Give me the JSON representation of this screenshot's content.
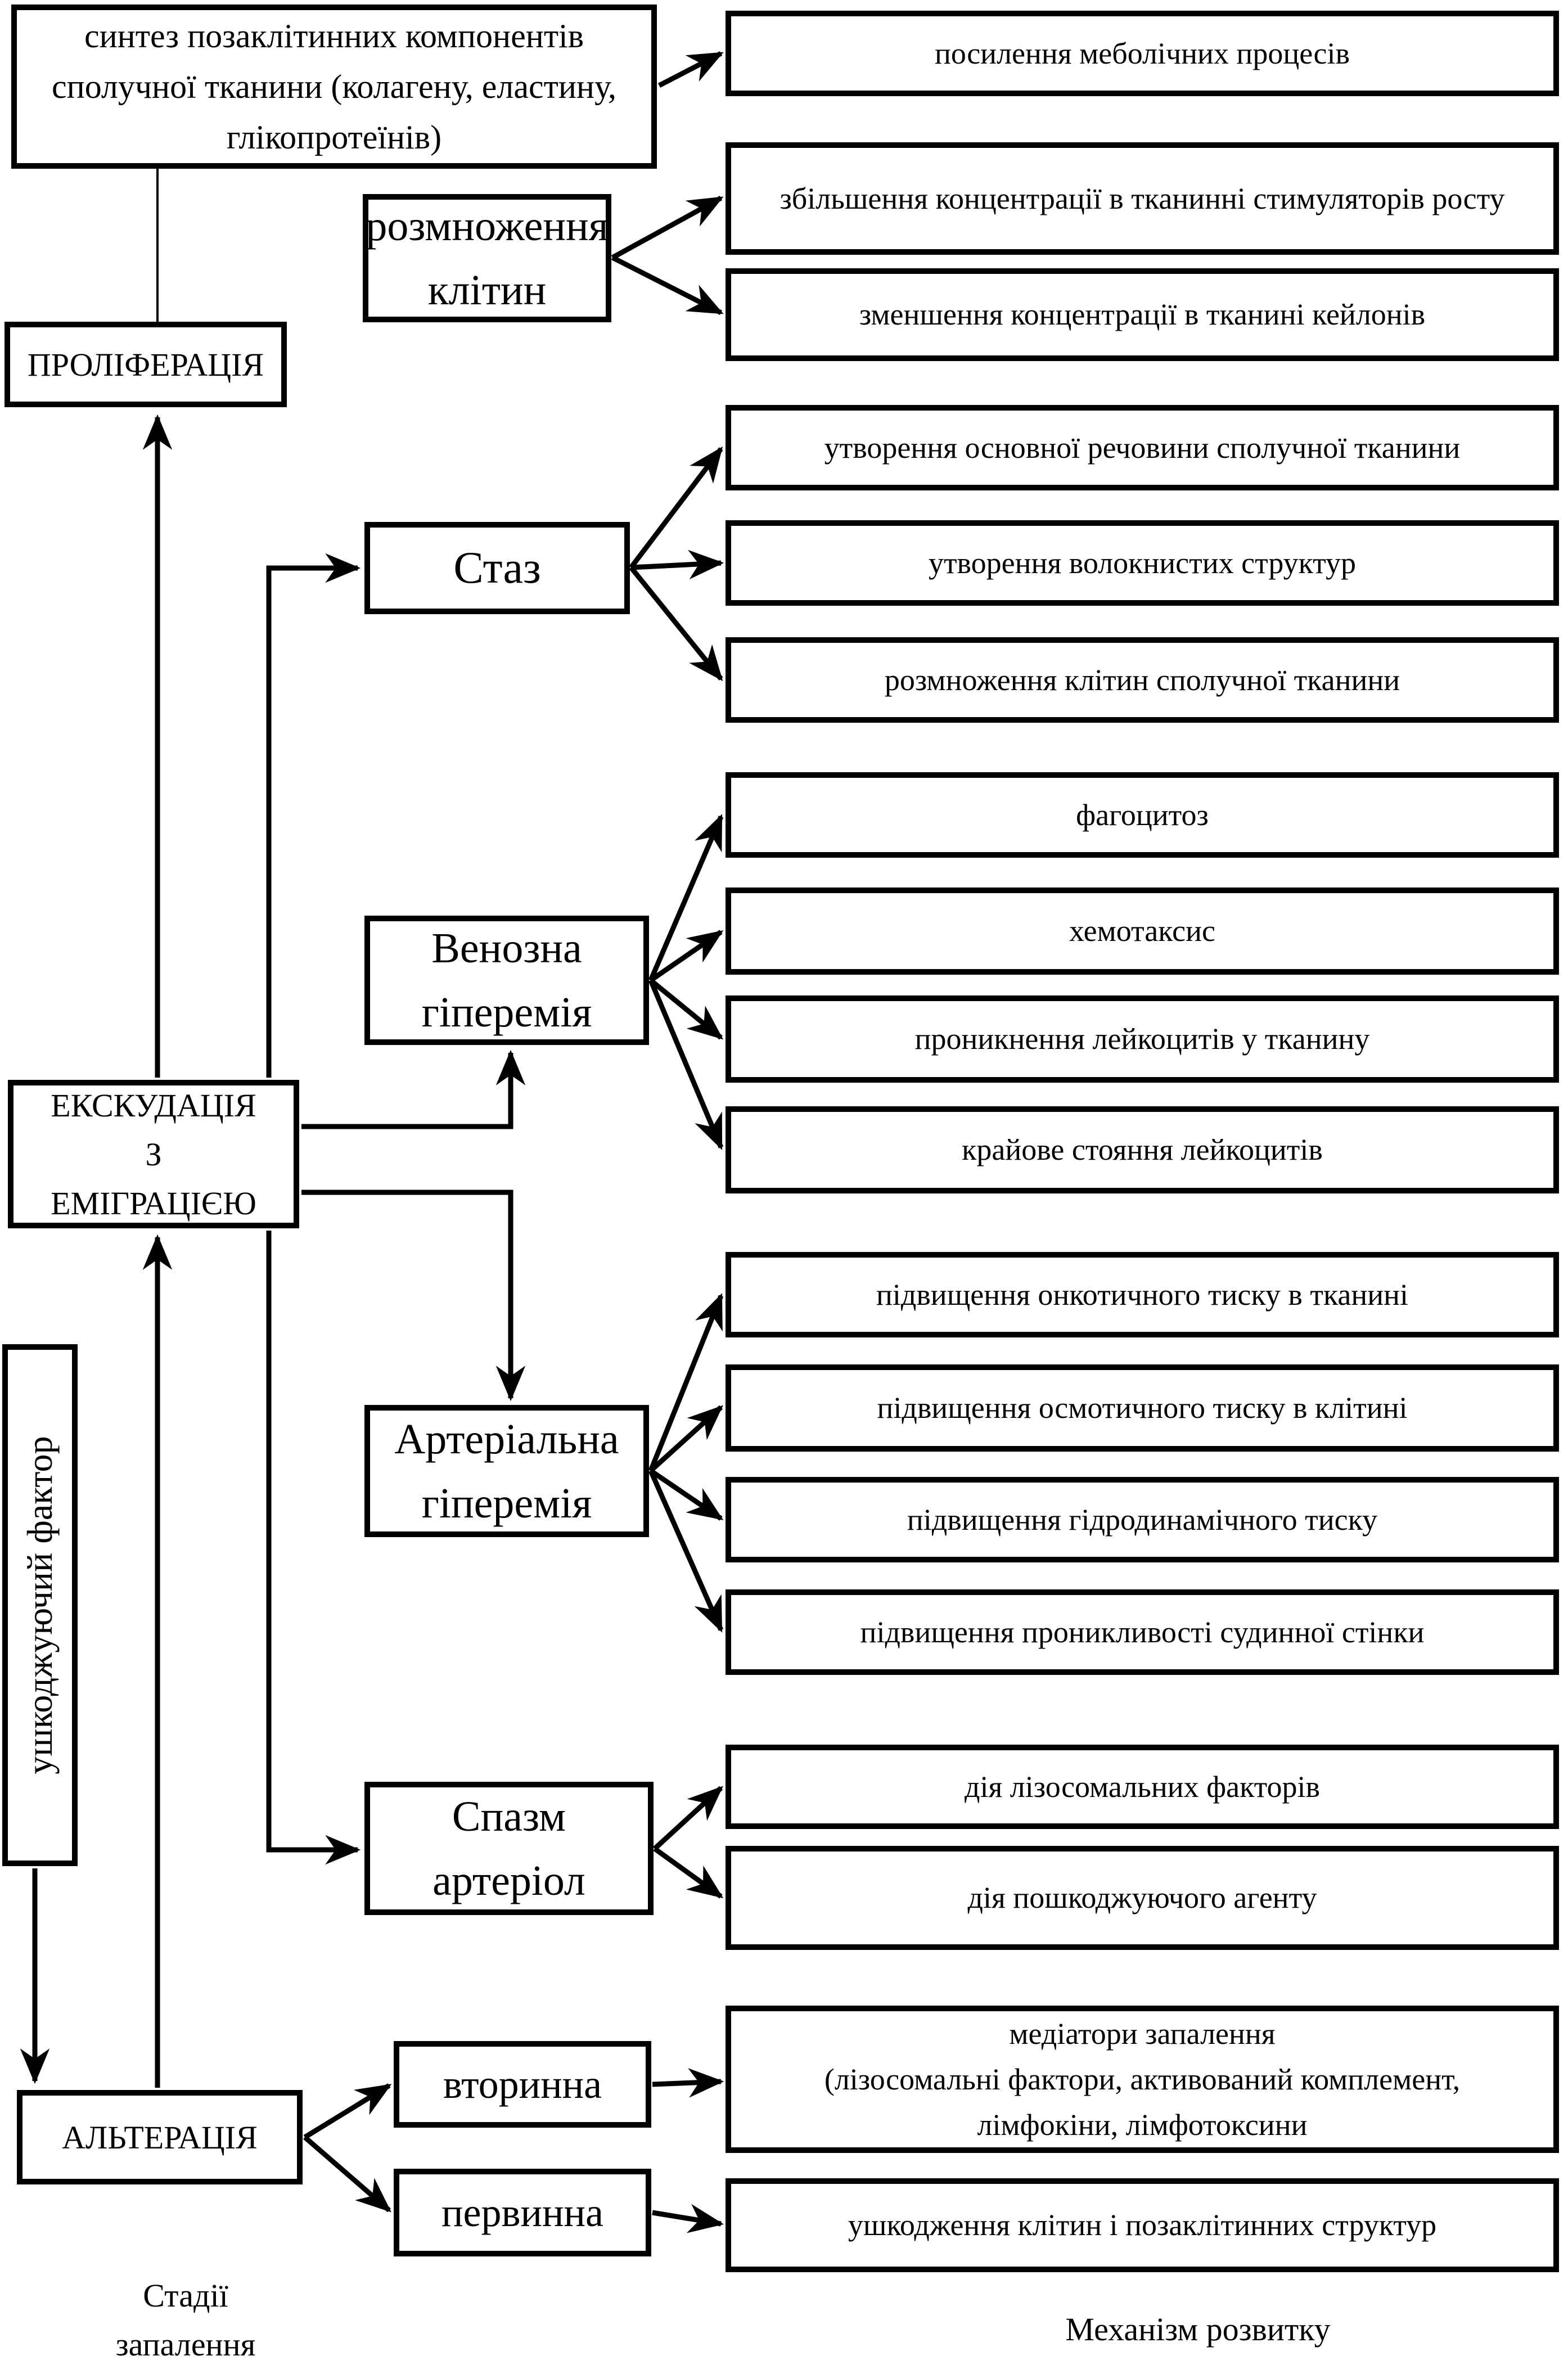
{
  "page": {
    "background_color": "#ffffff",
    "ink_color": "#000000"
  },
  "stages_column": {
    "footer_label": "Стадії\nзапалення",
    "synthesis_box": {
      "text": "синтез позаклітинних компонентів сполучної тканини (колагену, еластину, глікопротеїнів)"
    },
    "proliferation_box": {
      "text": "ПРОЛІФЕРАЦІЯ"
    },
    "exudation_box": {
      "text": "ЕКСКУДАЦІЯ\nЗ\nЕМІГРАЦІЄЮ"
    },
    "damaging_factor_box": {
      "text": "ушкоджуючий фактор"
    },
    "alteration_box": {
      "text": "АЛЬТЕРАЦІЯ"
    }
  },
  "process_column": {
    "cell_reproduction_box": {
      "text": "розмноження клітин"
    },
    "stasis_box": {
      "text": "Стаз"
    },
    "venous_hyperemia_box": {
      "text": "Венозна\nгіперемія"
    },
    "arterial_hyperemia_box": {
      "text": "Артеріальна\nгіперемія"
    },
    "arteriole_spasm_box": {
      "text": "Спазм\nартеріол"
    },
    "secondary_box": {
      "text": "вторинна"
    },
    "primary_box": {
      "text": "первинна"
    }
  },
  "mechanisms_column": {
    "footer_label": "Механізм розвитку",
    "boxes": [
      {
        "id": "metabolic-intensification",
        "text": "посилення меболічних процесів"
      },
      {
        "id": "growth-stimulators-increase",
        "text": "збільшення концентрації в тканинні стимуляторів росту"
      },
      {
        "id": "keylons-decrease",
        "text": "зменшення концентрації в тканині кейлонів"
      },
      {
        "id": "ground-substance-formation",
        "text": "утворення основної речовини сполучної тканини"
      },
      {
        "id": "fibrous-structures-formation",
        "text": "утворення волокнистих структур"
      },
      {
        "id": "connective-cells-reproduction",
        "text": "розмноження клітин сполучної тканини"
      },
      {
        "id": "phagocytosis",
        "text": "фагоцитоз"
      },
      {
        "id": "chemotaxis",
        "text": "хемотаксис"
      },
      {
        "id": "leukocyte-penetration",
        "text": "проникнення лейкоцитів у тканину"
      },
      {
        "id": "leukocyte-margination",
        "text": "крайове стояння лейкоцитів"
      },
      {
        "id": "oncotic-pressure-increase",
        "text": "підвищення онкотичного тиску в тканині"
      },
      {
        "id": "osmotic-pressure-increase",
        "text": "підвищення осмотичного тиску в клітині"
      },
      {
        "id": "hydrodynamic-pressure-increase",
        "text": "підвищення гідродинамічного тиску"
      },
      {
        "id": "vessel-wall-permeability-increase",
        "text": "підвищення проникливості судинної стінки"
      },
      {
        "id": "lysosomal-factors-action",
        "text": "дія лізосомальних факторів"
      },
      {
        "id": "damaging-agent-action",
        "text": "дія пошкоджуючого агенту"
      },
      {
        "id": "inflammation-mediators",
        "text": "медіатори запалення\n(лізосомальні фактори, активований комплемент,\nлімфокіни, лімфотоксини"
      },
      {
        "id": "cell-damage",
        "text": "ушкодження клітин і позаклітинних структур"
      }
    ]
  }
}
